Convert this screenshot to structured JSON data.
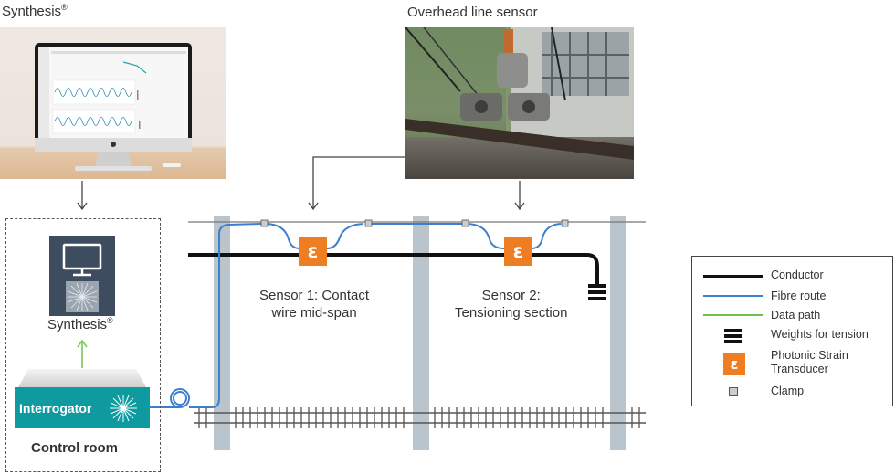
{
  "titles": {
    "synthesis_top": "Synthesis",
    "synthesis_reg": "®",
    "overhead_line_sensor": "Overhead line sensor"
  },
  "control_room": {
    "software_label": "Synthesis",
    "software_reg": "®",
    "interrogator_label": "Interrogator",
    "room_label": "Control room"
  },
  "sensors": {
    "sensor1_line1": "Sensor 1: Contact",
    "sensor1_line2": "wire mid-span",
    "sensor2_line1": "Sensor 2:",
    "sensor2_line2": "Tensioning section",
    "symbol": "ε"
  },
  "legend": {
    "items": [
      {
        "label": "Conductor",
        "icon": "conductor-line"
      },
      {
        "label": "Fibre route",
        "icon": "fibre-line"
      },
      {
        "label": "Data path",
        "icon": "data-path-line"
      },
      {
        "label": "Weights for tension",
        "icon": "weights-icon"
      },
      {
        "label": "Photonic Strain\nTransducer",
        "label_line1": "Photonic Strain",
        "label_line2": "Transducer",
        "icon": "strain-transducer-icon"
      },
      {
        "label": "Clamp",
        "icon": "clamp-icon"
      }
    ]
  },
  "colors": {
    "conductor": "#111111",
    "fibre": "#3b7fd0",
    "data_path": "#6cc24a",
    "transducer": "#ef7d22",
    "interrogator": "#0f9aa0",
    "pole": "#b9c4cc",
    "clamp": "#c8cdd2",
    "monitor_box": "#3d4c5f"
  }
}
